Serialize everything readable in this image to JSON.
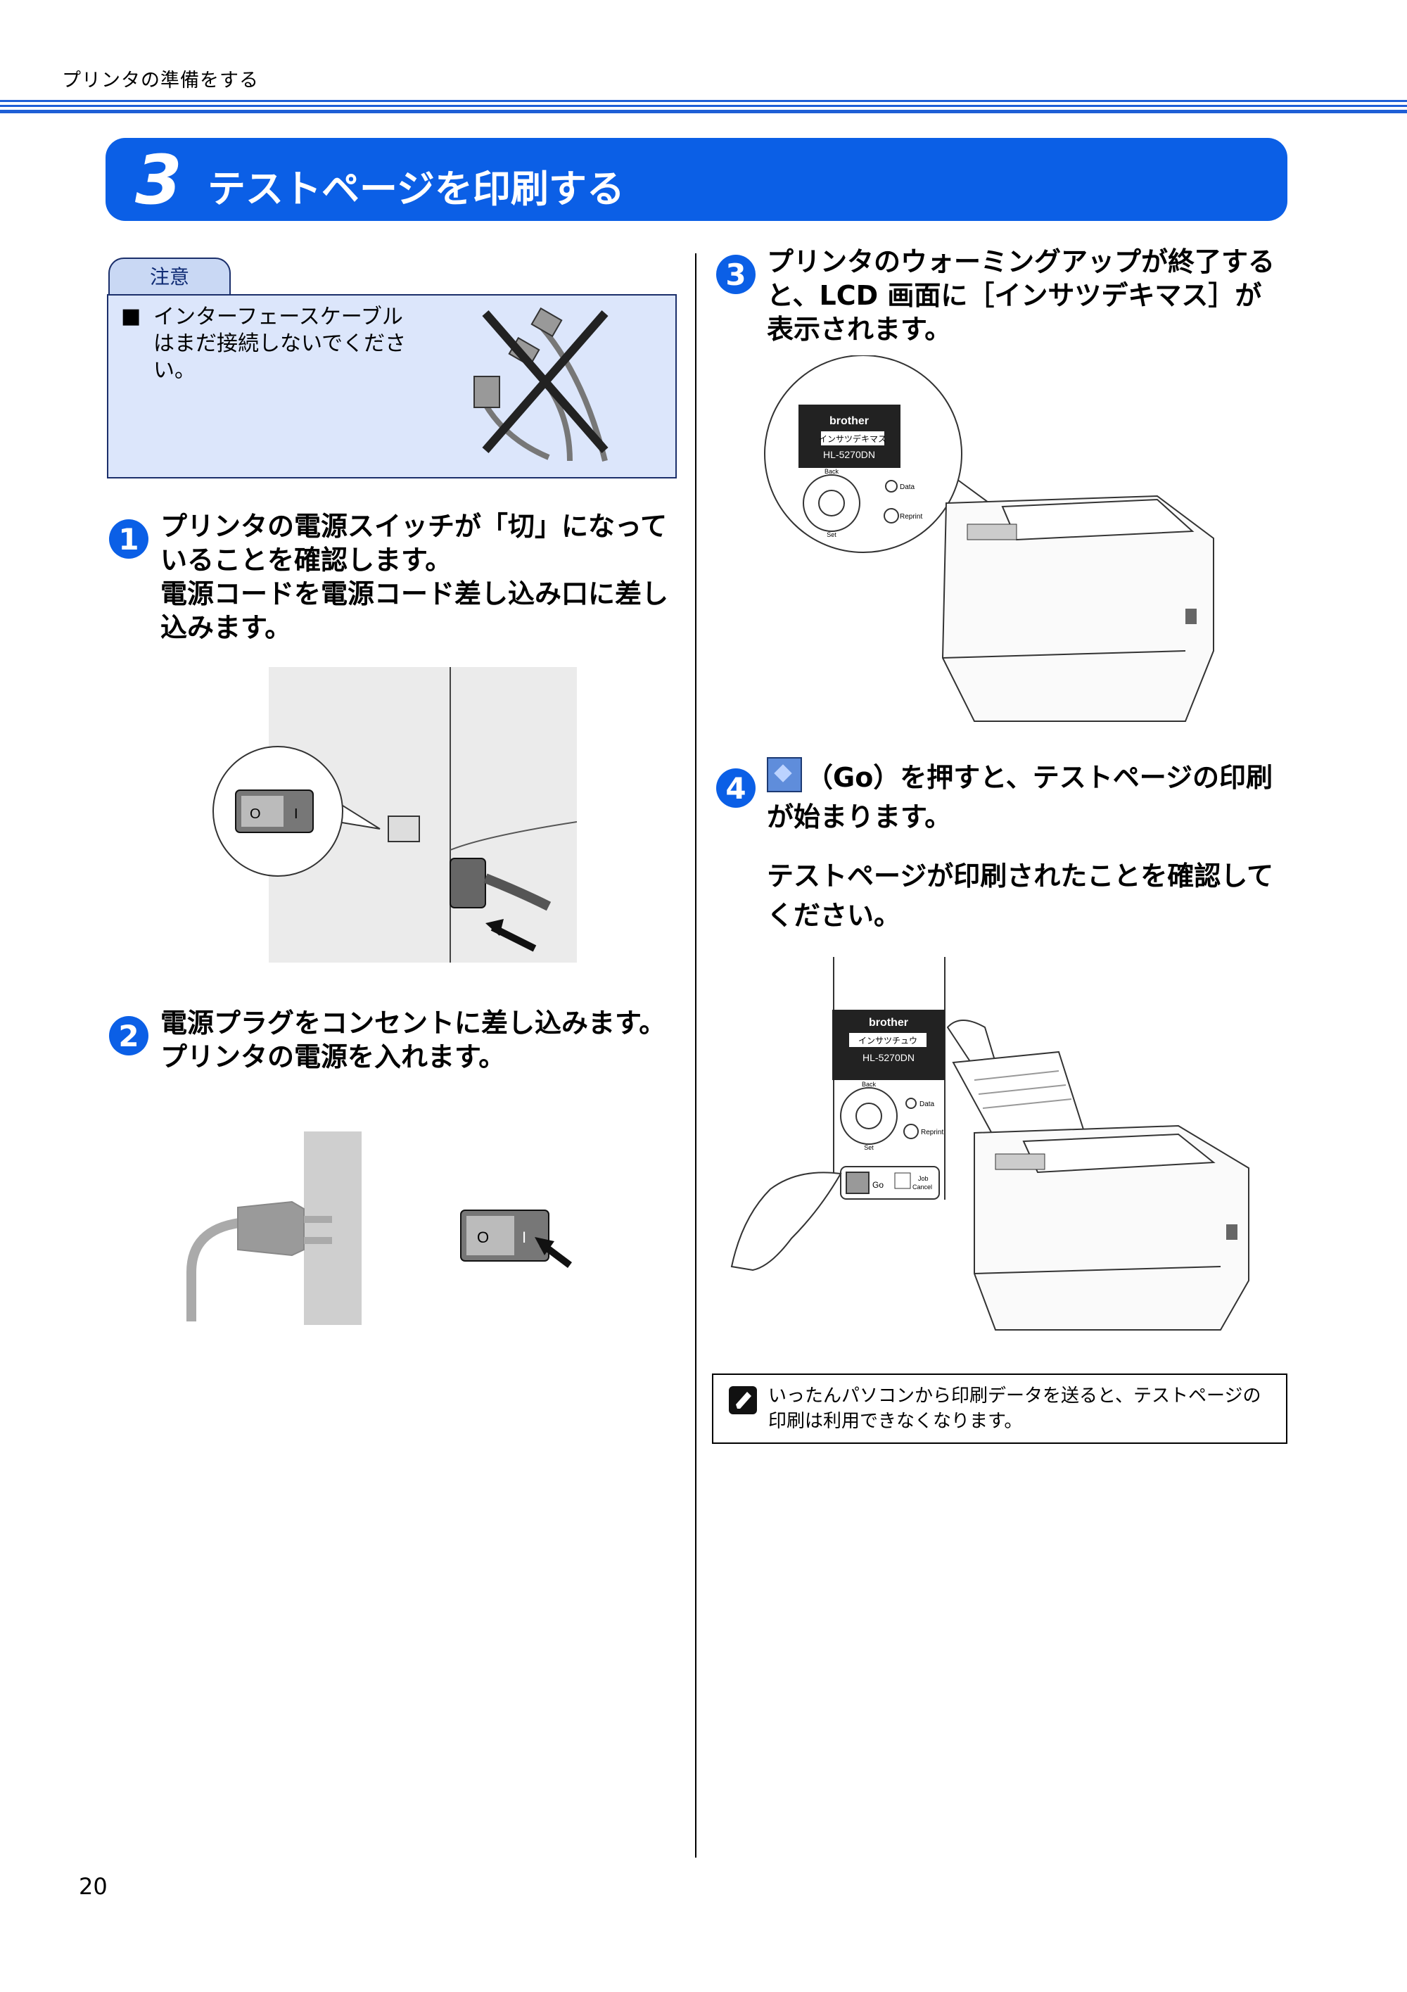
{
  "header": {
    "running_title": "プリンタの準備をする"
  },
  "section": {
    "number": "3",
    "title": "テストページを印刷する"
  },
  "caution": {
    "tab_label": "注意",
    "bullet": "■",
    "text": "インターフェースケーブルはまだ接続しないでください。"
  },
  "steps": [
    {
      "number": "1",
      "text_line1": "プリンタの電源スイッチが「切」になっていることを確認します。",
      "text_line2": "電源コードを電源コード差し込み口に差し込みます。"
    },
    {
      "number": "2",
      "text_line1": "電源プラグをコンセントに差し込みます。",
      "text_line2": "プリンタの電源を入れます。"
    },
    {
      "number": "3",
      "text_line1": "プリンタのウォーミングアップが終了すると、LCD 画面に［インサツデキマス］が表示されます。"
    },
    {
      "number": "4",
      "text_line1": "（Go）を押すと、テストページの印刷が始まります。",
      "text_line2": "テストページが印刷されたことを確認してください。"
    }
  ],
  "illustrations": {
    "switch_o": "O",
    "switch_i": "I",
    "lcd_brand": "brother",
    "lcd_message_ready": "インサツデキマス",
    "lcd_message_printing": "インサツチュウ",
    "lcd_model": "HL-5270DN",
    "panel_back": "Back",
    "panel_set": "Set",
    "panel_data": "Data",
    "panel_reprint": "Reprint",
    "panel_go": "Go",
    "panel_job": "Job",
    "panel_cancel": "Cancel"
  },
  "note": {
    "text": "いったんパソコンから印刷データを送ると、テストページの印刷は利用できなくなります。"
  },
  "footer": {
    "page_number": "20"
  },
  "colors": {
    "accent": "#0b5fe6",
    "caution_bg": "#dce6fb"
  }
}
